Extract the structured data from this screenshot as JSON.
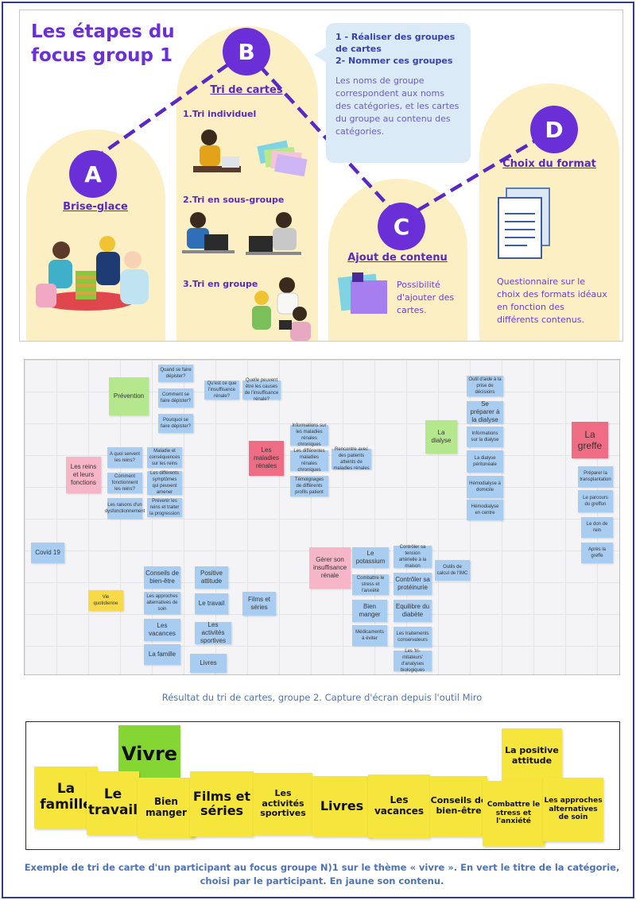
{
  "infographic": {
    "title": "Les étapes du focus group 1",
    "steps": {
      "a": {
        "letter": "A",
        "title": "Brise-glace"
      },
      "b": {
        "letter": "B",
        "title": "Tri de cartes",
        "sub1": "1.Tri individuel",
        "sub2": "2.Tri en sous-groupe",
        "sub3": "3.Tri en groupe"
      },
      "c": {
        "letter": "C",
        "title": "Ajout de contenu",
        "desc": "Possibilité d'ajouter des cartes."
      },
      "d": {
        "letter": "D",
        "title": "Choix du format",
        "desc": "Questionnaire sur le choix des formats idéaux en fonction des différents contenus."
      }
    },
    "callout": {
      "item1": "1 - Réaliser des groupes de cartes",
      "item2": "2- Nommer ces groupes",
      "text": "Les noms de groupe correspondent aux noms des catégories, et les cartes du groupe au contenu des catégories."
    },
    "colors": {
      "accent": "#6a2fd6",
      "arch": "#fcefc4",
      "callout": "#dbeaf7"
    }
  },
  "miro": {
    "notes": [
      {
        "text": "Quand se faire dépister?",
        "color": "blue"
      },
      {
        "text": "Qu'est ce que l'insuffisance rénale?",
        "color": "blue"
      },
      {
        "text": "Quelle peuvent être les causes de l'insuffisance rénale?",
        "color": "blue"
      },
      {
        "text": "Prévention",
        "color": "green"
      },
      {
        "text": "Comment se faire dépister?",
        "color": "blue"
      },
      {
        "text": "Pourquoi se faire dépister?",
        "color": "blue"
      },
      {
        "text": "A quoi servent les reins?",
        "color": "blue"
      },
      {
        "text": "Maladie et conséquences sur les reins",
        "color": "blue"
      },
      {
        "text": "Les reins et leurs fonctions",
        "color": "pink"
      },
      {
        "text": "Comment fonctionnent les reins?",
        "color": "blue"
      },
      {
        "text": "Les différents symptômes qui peuvent amener",
        "color": "blue"
      },
      {
        "text": "Les raisons d'un dysfonctionnement",
        "color": "blue"
      },
      {
        "text": "Prévenir les reins et traiter la progression",
        "color": "blue"
      },
      {
        "text": "Les maladies rénales",
        "color": "red"
      },
      {
        "text": "Informations sur les maladies rénales chroniques",
        "color": "blue"
      },
      {
        "text": "Les différentes maladies rénales chroniques",
        "color": "blue"
      },
      {
        "text": "Témoignages de différents profils patient",
        "color": "blue"
      },
      {
        "text": "Rencontre avec des patients atteints de maladies rénales",
        "color": "blue"
      },
      {
        "text": "Outil d'aide à la prise de décisions",
        "color": "blue"
      },
      {
        "text": "Se préparer à la dialyse",
        "color": "blue"
      },
      {
        "text": "La dialyse",
        "color": "green"
      },
      {
        "text": "Informations sur la dialyse",
        "color": "blue"
      },
      {
        "text": "La dialyse péritonéale",
        "color": "blue"
      },
      {
        "text": "Hémodialyse à domicile",
        "color": "blue"
      },
      {
        "text": "Hémodialyse en centre",
        "color": "blue"
      },
      {
        "text": "La greffe",
        "color": "red"
      },
      {
        "text": "Préparer la transplantation",
        "color": "blue"
      },
      {
        "text": "Le parcours du greffon",
        "color": "blue"
      },
      {
        "text": "Le don de rein",
        "color": "blue"
      },
      {
        "text": "Après la greffe",
        "color": "blue"
      },
      {
        "text": "Covid 19",
        "color": "blue"
      },
      {
        "text": "Conseils de bien-être",
        "color": "blue"
      },
      {
        "text": "Positive attitude",
        "color": "blue"
      },
      {
        "text": "Les approches alternatives de soin",
        "color": "blue"
      },
      {
        "text": "Le travail",
        "color": "blue"
      },
      {
        "text": "Films et séries",
        "color": "blue"
      },
      {
        "text": "Vie quotidienne",
        "color": "yellow"
      },
      {
        "text": "Les vacances",
        "color": "blue"
      },
      {
        "text": "Les activités sportives",
        "color": "blue"
      },
      {
        "text": "La famille",
        "color": "blue"
      },
      {
        "text": "Livres",
        "color": "blue"
      },
      {
        "text": "Gérer son insuffisance rénale",
        "color": "pink"
      },
      {
        "text": "Le potassium",
        "color": "blue"
      },
      {
        "text": "Contrôler sa tension artérielle à la maison",
        "color": "blue"
      },
      {
        "text": "Outils de calcul de l'IMC",
        "color": "blue"
      },
      {
        "text": "Combattre le stress et l'anxiété",
        "color": "blue"
      },
      {
        "text": "Contrôler sa protéinurie",
        "color": "blue"
      },
      {
        "text": "Bien manger",
        "color": "blue"
      },
      {
        "text": "Equilibre du diabète",
        "color": "blue"
      },
      {
        "text": "Médicaments à éviter",
        "color": "blue"
      },
      {
        "text": "Les traitements conservateurs",
        "color": "blue"
      },
      {
        "text": "Les 'tri-mitateurs' d'analyses biologiques",
        "color": "blue"
      }
    ],
    "caption": "Résultat du tri de cartes, groupe 2. Capture d'écran depuis l'outil Miro"
  },
  "example": {
    "category": "Vivre",
    "cards": [
      "La famille",
      "Le travail",
      "Bien manger",
      "Films et séries",
      "Les activités sportives",
      "Livres",
      "Les vacances",
      "Conseils de bien-être",
      "La positive attitude",
      "Combattre le stress et l'anxiété",
      "Les approches alternatives de soin"
    ],
    "caption": "Exemple de tri de carte d'un participant au focus groupe N)1 sur le thème « vivre ». En vert le titre de la catégorie, choisi par le participant. En jaune son contenu."
  }
}
